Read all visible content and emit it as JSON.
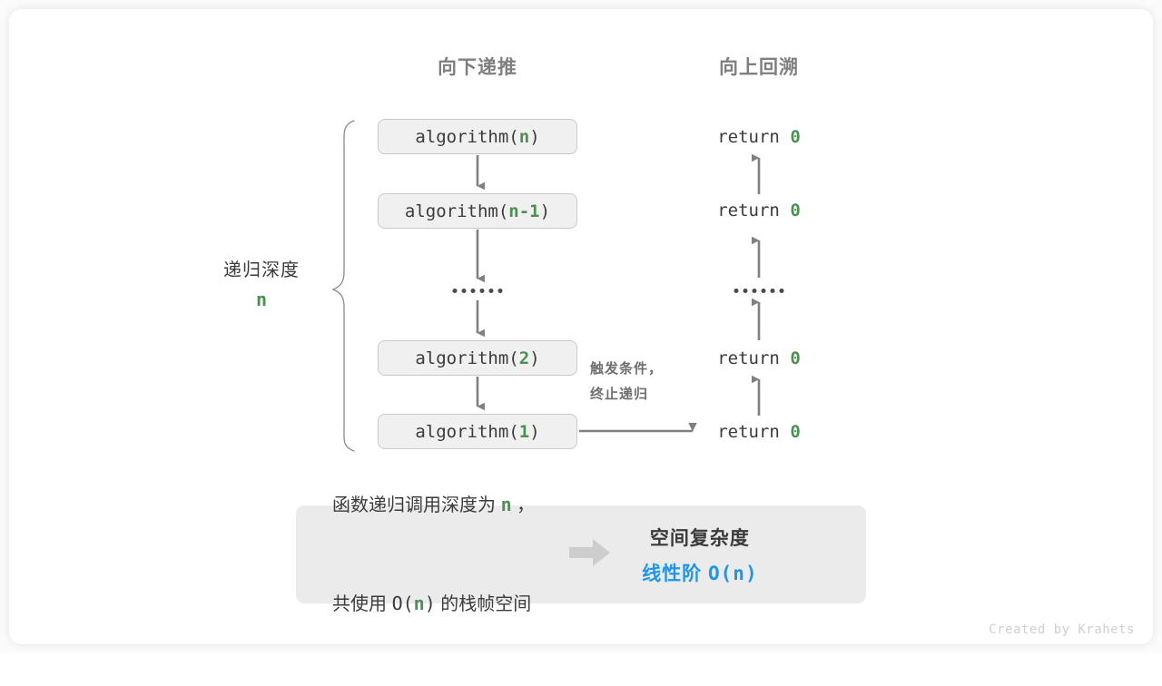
{
  "headers": {
    "down": "向下递推",
    "up": "向上回溯"
  },
  "left_label": {
    "text": "递归深度",
    "variable": "n"
  },
  "calls": [
    {
      "name": "algorithm(",
      "arg": "n",
      "close": ")"
    },
    {
      "name": "algorithm(",
      "arg": "n-1",
      "close": ")"
    },
    {
      "name": "algorithm(",
      "arg": "2",
      "close": ")"
    },
    {
      "name": "algorithm(",
      "arg": "1",
      "close": ")"
    }
  ],
  "returns": [
    {
      "keyword": "return ",
      "value": "0"
    },
    {
      "keyword": "return ",
      "value": "0"
    },
    {
      "keyword": "return ",
      "value": "0"
    },
    {
      "keyword": "return ",
      "value": "0"
    }
  ],
  "ellipsis": "••••••",
  "trigger_note": {
    "line1": "触发条件，",
    "line2": "终止递归"
  },
  "summary": {
    "left_line1_a": "函数递归调用深度为 ",
    "left_line1_var": "n",
    "left_line1_b": " ，",
    "left_line2_a": "共使用 ",
    "left_line2_mono_open": "O(",
    "left_line2_var": "n",
    "left_line2_mono_close": ")",
    "left_line2_b": " 的栈帧空间",
    "arrow_icon": "block-arrow-right-icon",
    "right_title": "空间复杂度",
    "right_value_label": "线性阶 ",
    "right_value_mono": "O(n)"
  },
  "credit": "Created by Krahets",
  "colors": {
    "green": "#4a9150",
    "blue": "#2196e8",
    "gray_text": "#3b3b3b",
    "gray_header": "#7f7f7f",
    "arrow": "#808080",
    "box_fill": "#f0f0f0",
    "panel_fill": "#ebebeb"
  }
}
